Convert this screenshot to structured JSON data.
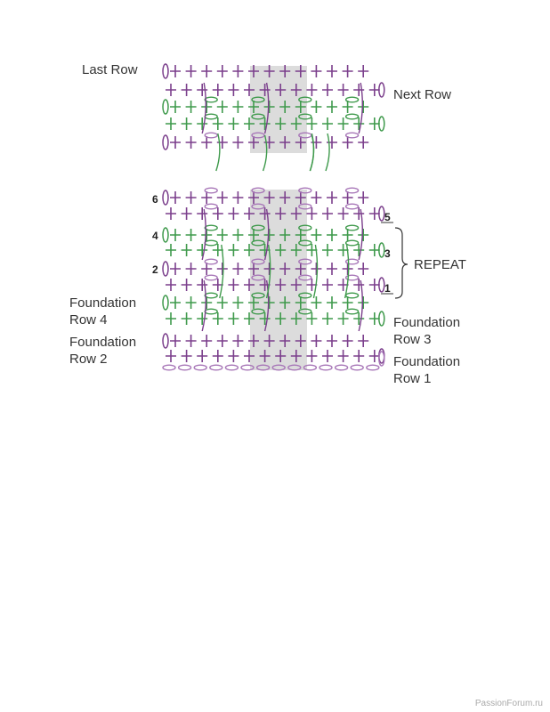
{
  "labels": {
    "last_row": "Last Row",
    "next_row": "Next Row",
    "repeat": "REPEAT",
    "foundation_row_4": [
      "Foundation",
      "Row 4"
    ],
    "foundation_row_2": [
      "Foundation",
      "Row 2"
    ],
    "foundation_row_3": [
      "Foundation",
      "Row 3"
    ],
    "foundation_row_1": [
      "Foundation",
      "Row 1"
    ]
  },
  "row_numbers": {
    "r6": "6",
    "r4": "4",
    "r2": "2",
    "r5": "5",
    "r3": "3",
    "r1": "1"
  },
  "watermark": "PassionForum.ru",
  "colors": {
    "purple": "#7b3f8c",
    "green": "#3f9a4c",
    "chain_purple": "#a877b8",
    "shade": "#dcdcdc",
    "text": "#333333"
  },
  "columns": 14,
  "top_chart_rows": [
    {
      "color": "purple",
      "turn": "left"
    },
    {
      "color": "purple",
      "turn": "right"
    },
    {
      "color": "green",
      "turn": "left",
      "chains": true
    },
    {
      "color": "green",
      "turn": "right",
      "chains": true
    },
    {
      "color": "purple",
      "turn": "left",
      "chains": true
    }
  ],
  "bottom_chart_rows": [
    {
      "color": "purple",
      "turn": "left",
      "chains": true
    },
    {
      "color": "purple",
      "turn": "right",
      "chains": true
    },
    {
      "color": "green",
      "turn": "left",
      "chains": true
    },
    {
      "color": "green",
      "turn": "right",
      "chains": true
    },
    {
      "color": "purple",
      "turn": "left",
      "chains": true
    },
    {
      "color": "purple",
      "turn": "right",
      "chains": true
    },
    {
      "color": "green",
      "turn": "left",
      "chains": true
    },
    {
      "color": "green",
      "turn": "right",
      "chains": true
    },
    {
      "color": "purple",
      "turn": "left"
    },
    {
      "color": "purple",
      "turn": "right"
    },
    {
      "color": "purple",
      "foundation_chain": true
    }
  ]
}
